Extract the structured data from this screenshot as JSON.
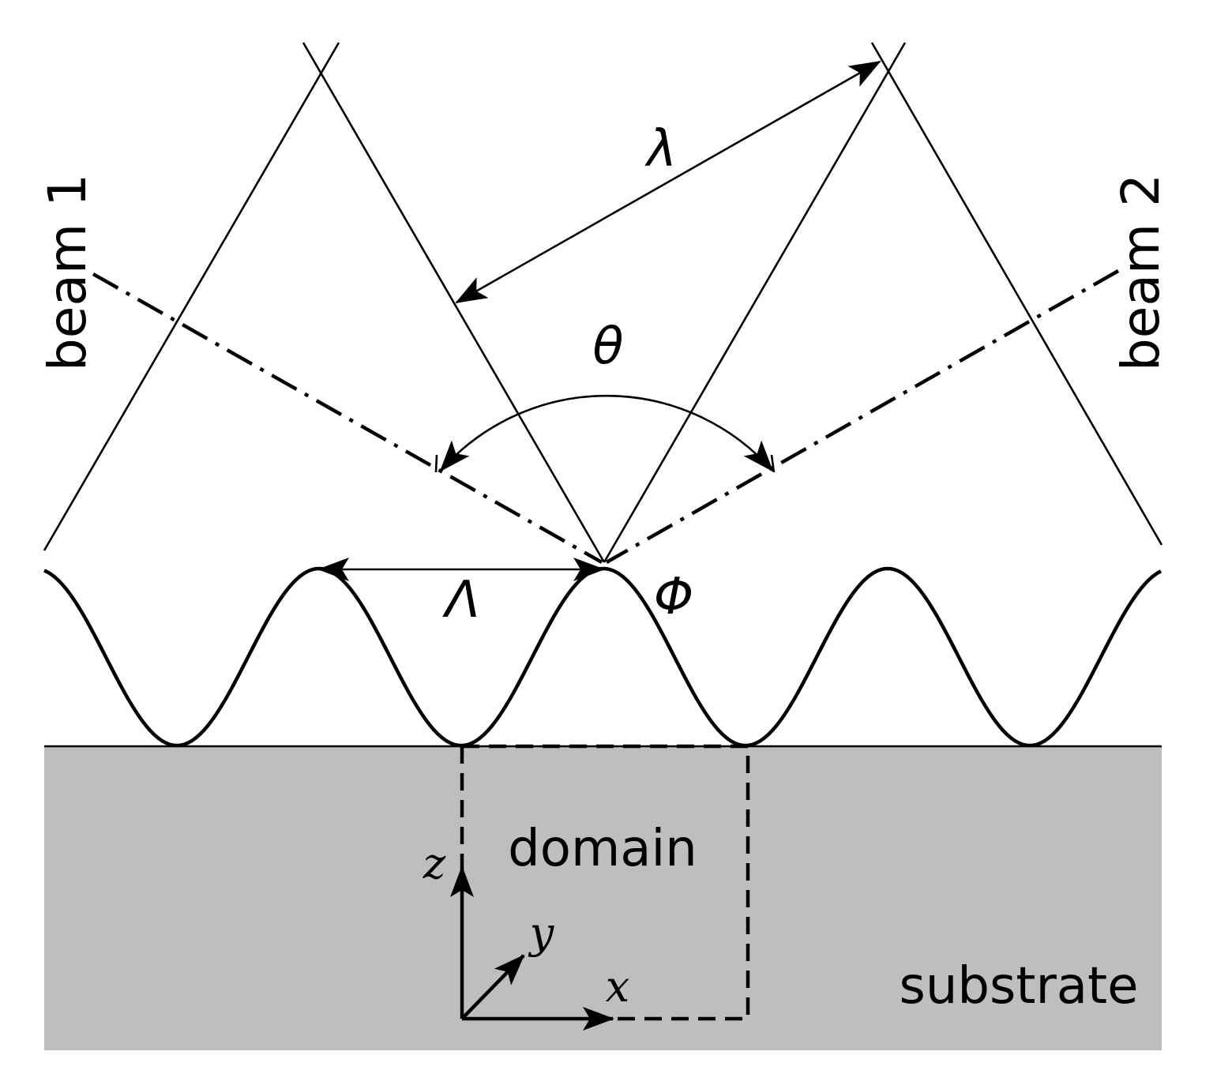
{
  "labels": {
    "beam1": "beam 1",
    "beam2": "beam 2",
    "wavelength": "λ",
    "angle": "θ",
    "grating_period": "Λ",
    "phase": "Φ",
    "domain": "domain",
    "substrate": "substrate",
    "axis_x": "x",
    "axis_y": "y",
    "axis_z": "z"
  },
  "colors": {
    "substrate_fill": "#bebebe",
    "line": "#000000",
    "background": "#ffffff"
  }
}
